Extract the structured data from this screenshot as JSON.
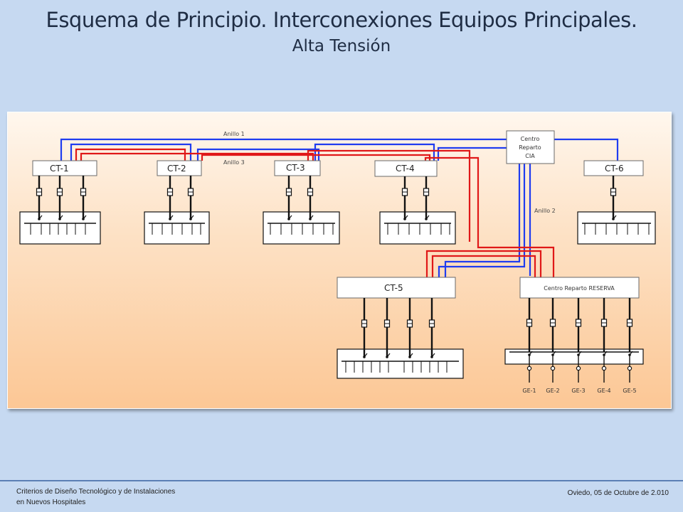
{
  "title": {
    "main": "Esquema de Principio. Interconexiones Equipos Principales.",
    "sub": "Alta Tensión"
  },
  "rings": {
    "anillo1": "Anillo 1",
    "anillo2": "Anillo 2",
    "anillo3": "Anillo 3"
  },
  "colors": {
    "blue": "#1f3cf0",
    "red": "#e01818",
    "box_stroke": "#6a6a6a",
    "line": "#111111"
  },
  "stations": {
    "ct1": "CT-1",
    "ct2": "CT-2",
    "ct3": "CT-3",
    "ct4": "CT-4",
    "ct5": "CT-5",
    "ct6": "CT-6",
    "centro_reparto_cia": "Centro Reparto CIA",
    "centro_reparto_cia_lines": [
      "Centro",
      "Reparto",
      "CIA"
    ],
    "centro_reparto_reserva": "Centro Reparto RESERVA"
  },
  "generators": [
    "GE-1",
    "GE-2",
    "GE-3",
    "GE-4",
    "GE-5"
  ],
  "footer": {
    "left_line1": "Criterios de Diseño Tecnológico y de Instalaciones",
    "left_line2": "en Nuevos Hospitales",
    "right": "Oviedo, 05 de Octubre de 2.010"
  }
}
